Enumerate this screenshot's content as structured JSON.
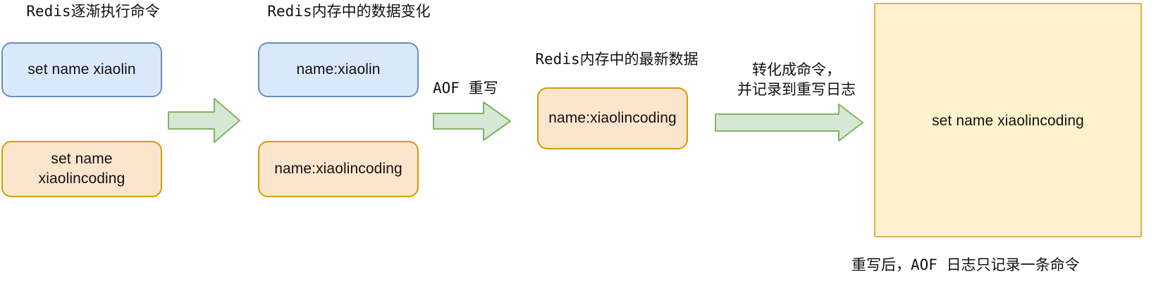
{
  "diagram": {
    "title_hint": "Redis AOF rewrite illustration",
    "background_color": "#ffffff",
    "palette": {
      "blue_fill": "#dae8fc",
      "blue_stroke": "#6c8ebf",
      "orange_fill": "#fce5cd",
      "orange_stroke": "#d79b00",
      "yellow_fill": "#fff2cc",
      "yellow_stroke": "#d6b656",
      "arrow_fill": "#d5e8d4",
      "arrow_stroke": "#82b366",
      "text_color": "#111111"
    },
    "headings": {
      "commands_column": "Redis逐渐执行命令",
      "memory_column": "Redis内存中的数据变化",
      "latest_memory_column": "Redis内存中的最新数据"
    },
    "arrow_labels": {
      "aof_rewrite": "AOF 重写",
      "convert_to_command": "转化成命令，\n并记录到重写日志"
    },
    "boxes": {
      "command_1": "set name xiaolin",
      "command_2": "set name\nxiaolincoding",
      "memory_1": "name:xiaolin",
      "memory_2": "name:xiaolincoding",
      "latest_memory": "name:xiaolincoding",
      "rewrite_log_entry": "set name xiaolincoding"
    },
    "footer_note": "重写后，AOF 日志只记录一条命令",
    "arrows": [
      {
        "name": "arrow-commands-to-memory",
        "direction": "right"
      },
      {
        "name": "arrow-aof-rewrite",
        "direction": "right"
      },
      {
        "name": "arrow-convert-to-log",
        "direction": "right"
      }
    ]
  }
}
